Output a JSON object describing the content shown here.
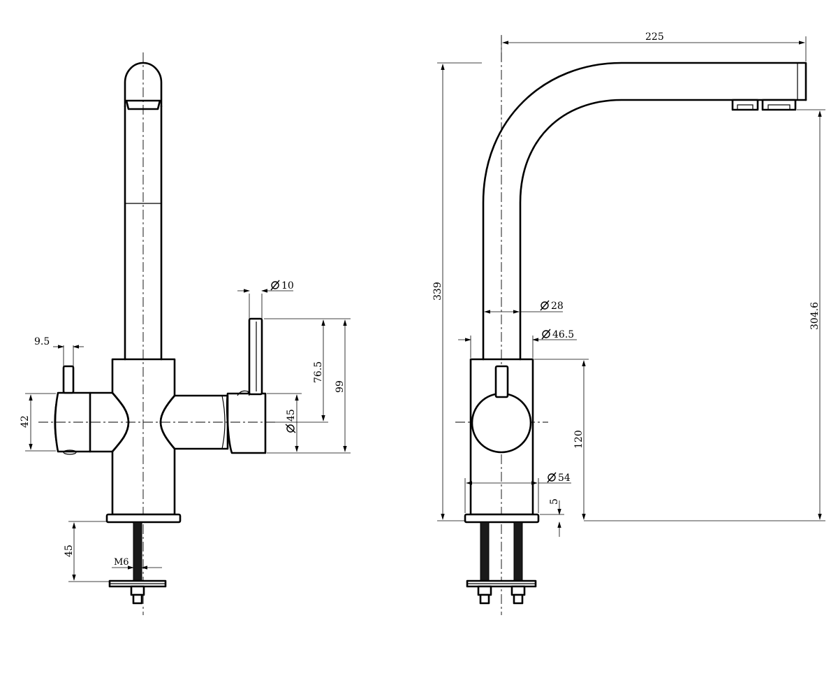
{
  "front_view": {
    "dimensions": {
      "lever_diameter": "10",
      "pin_width": "9.5",
      "lever_height_upper": "76.5",
      "lever_height_total": "99",
      "left_handle_height": "42",
      "right_handle_diameter": "45",
      "mount_depth": "45",
      "thread": "M6"
    }
  },
  "side_view": {
    "dimensions": {
      "reach": "225",
      "total_height": "339",
      "spout_height": "304.6",
      "spout_diameter": "28",
      "neck_diameter": "46.5",
      "body_height": "120",
      "base_diameter": "54",
      "base_thickness": "5"
    }
  },
  "diameter_symbol": "Ø"
}
